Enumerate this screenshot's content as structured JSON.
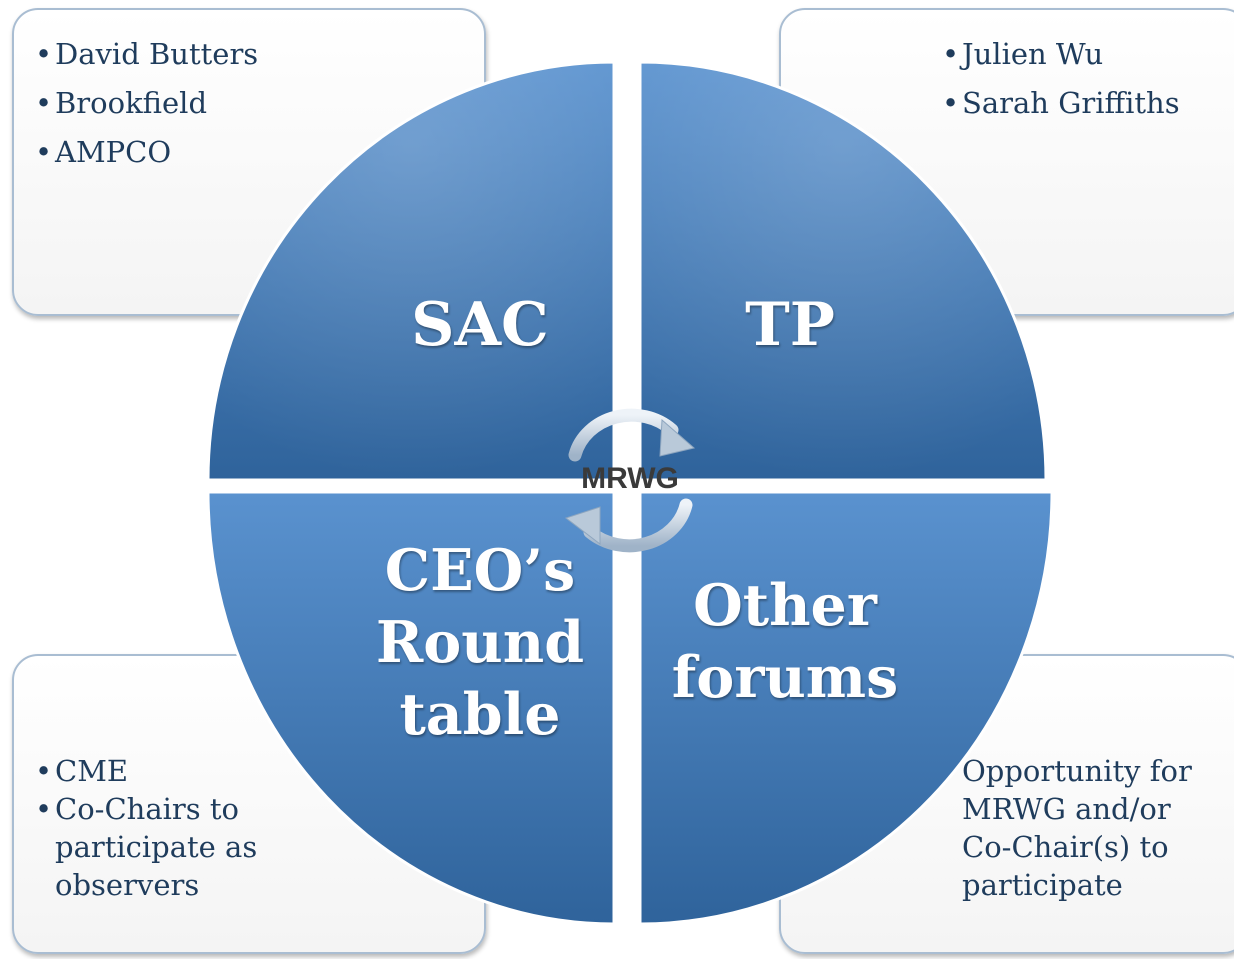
{
  "colors": {
    "quadrant_fill": "#4f86c2",
    "quadrant_dark": "#2f639b",
    "box_border": "#a9bdd2",
    "text_dark": "#1f3c5c",
    "cycle_arrow": "#b7c5d4"
  },
  "center": {
    "label": "MRWG"
  },
  "quadrants": {
    "top_left": {
      "label": "SAC"
    },
    "top_right": {
      "label": "TP"
    },
    "bottom_left": {
      "label_lines": [
        "CEO’s",
        "Round",
        "table"
      ]
    },
    "bottom_right": {
      "label_lines": [
        "Other",
        "forums"
      ]
    }
  },
  "boxes": {
    "top_left": {
      "items": [
        "David Butters",
        "Brookfield",
        "AMPCO"
      ]
    },
    "top_right": {
      "items": [
        "Julien Wu",
        "Sarah Griffiths"
      ]
    },
    "bottom_left": {
      "items": [
        "CME",
        "Co-Chairs to participate as observers"
      ]
    },
    "bottom_right": {
      "items": [
        "Opportunity for MRWG and/or Co-Chair(s) to participate"
      ]
    }
  }
}
